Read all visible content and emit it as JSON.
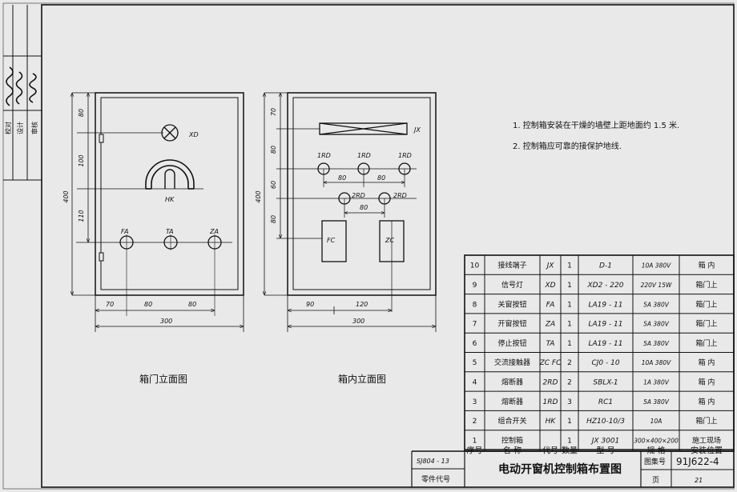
{
  "side_stamp": {
    "signatures": [
      "陈家惠 (signature)",
      "王栋 (signature)",
      "钱斌 (signature)"
    ],
    "roles": [
      "校对",
      "设计",
      "审核"
    ]
  },
  "door_view": {
    "caption": "箱门立面图",
    "dim_vertical": [
      "80",
      "100",
      "110",
      "400"
    ],
    "dim_horizontal": [
      "70",
      "80",
      "80",
      "300"
    ],
    "labels": {
      "indicator": "XD",
      "switch": "HK",
      "btn1": "FA",
      "btn2": "TA",
      "btn3": "ZA"
    }
  },
  "inside_view": {
    "caption": "箱内立面图",
    "dim_vertical": [
      "70",
      "80",
      "60",
      "80",
      "400"
    ],
    "dim_horizontal": [
      "90",
      "120",
      "300"
    ],
    "dim_inner": [
      "80",
      "80",
      "80"
    ],
    "labels": {
      "terminal": "JX",
      "fuse1a": "1RD",
      "fuse1b": "1RD",
      "fuse1c": "1RD",
      "fuse2a": "2RD",
      "fuse2b": "2RD",
      "contactor1": "FC",
      "contactor2": "ZC"
    }
  },
  "notes": [
    "1. 控制箱安装在干燥的墙壁上距地面约 1.5 米.",
    "2. 控制箱应可靠的接保护地线."
  ],
  "parts_table": {
    "headers": [
      "序号",
      "名 称",
      "代号",
      "数量",
      "型 号",
      "规 格",
      "安装位置"
    ],
    "rows": [
      [
        "10",
        "接线端子",
        "JX",
        "1",
        "D-1",
        "10A 380V",
        "箱 内"
      ],
      [
        "9",
        "信号灯",
        "XD",
        "1",
        "XD2 - 220",
        "220V 15W",
        "箱门上"
      ],
      [
        "8",
        "关窗按钮",
        "FA",
        "1",
        "LA19 - 11",
        "5A 380V",
        "箱门上"
      ],
      [
        "7",
        "开窗按钮",
        "ZA",
        "1",
        "LA19 - 11",
        "5A 380V",
        "箱门上"
      ],
      [
        "6",
        "停止按钮",
        "TA",
        "1",
        "LA19 - 11",
        "5A 380V",
        "箱门上"
      ],
      [
        "5",
        "交流接触器",
        "ZC FC",
        "2",
        "CJ0 - 10",
        "10A 380V",
        "箱 内"
      ],
      [
        "4",
        "熔断器",
        "2RD",
        "2",
        "SBLX-1",
        "1A 380V",
        "箱 内"
      ],
      [
        "3",
        "熔断器",
        "1RD",
        "3",
        "RC1",
        "5A 380V",
        "箱 内"
      ],
      [
        "2",
        "组合开关",
        "HK",
        "1",
        "HZ10-10/3",
        "10A",
        "箱门上"
      ],
      [
        "1",
        "控制箱",
        "",
        "1",
        "JX 3001",
        "300×400×200",
        "施工现场"
      ]
    ]
  },
  "title_block": {
    "series_code": "SJ804 - 13",
    "parts_code_label": "零件代号",
    "title": "电动开窗机控制箱布置图",
    "atlas_label": "图集号",
    "atlas_no": "91J622-4",
    "page_label": "页",
    "page_no": "21"
  }
}
